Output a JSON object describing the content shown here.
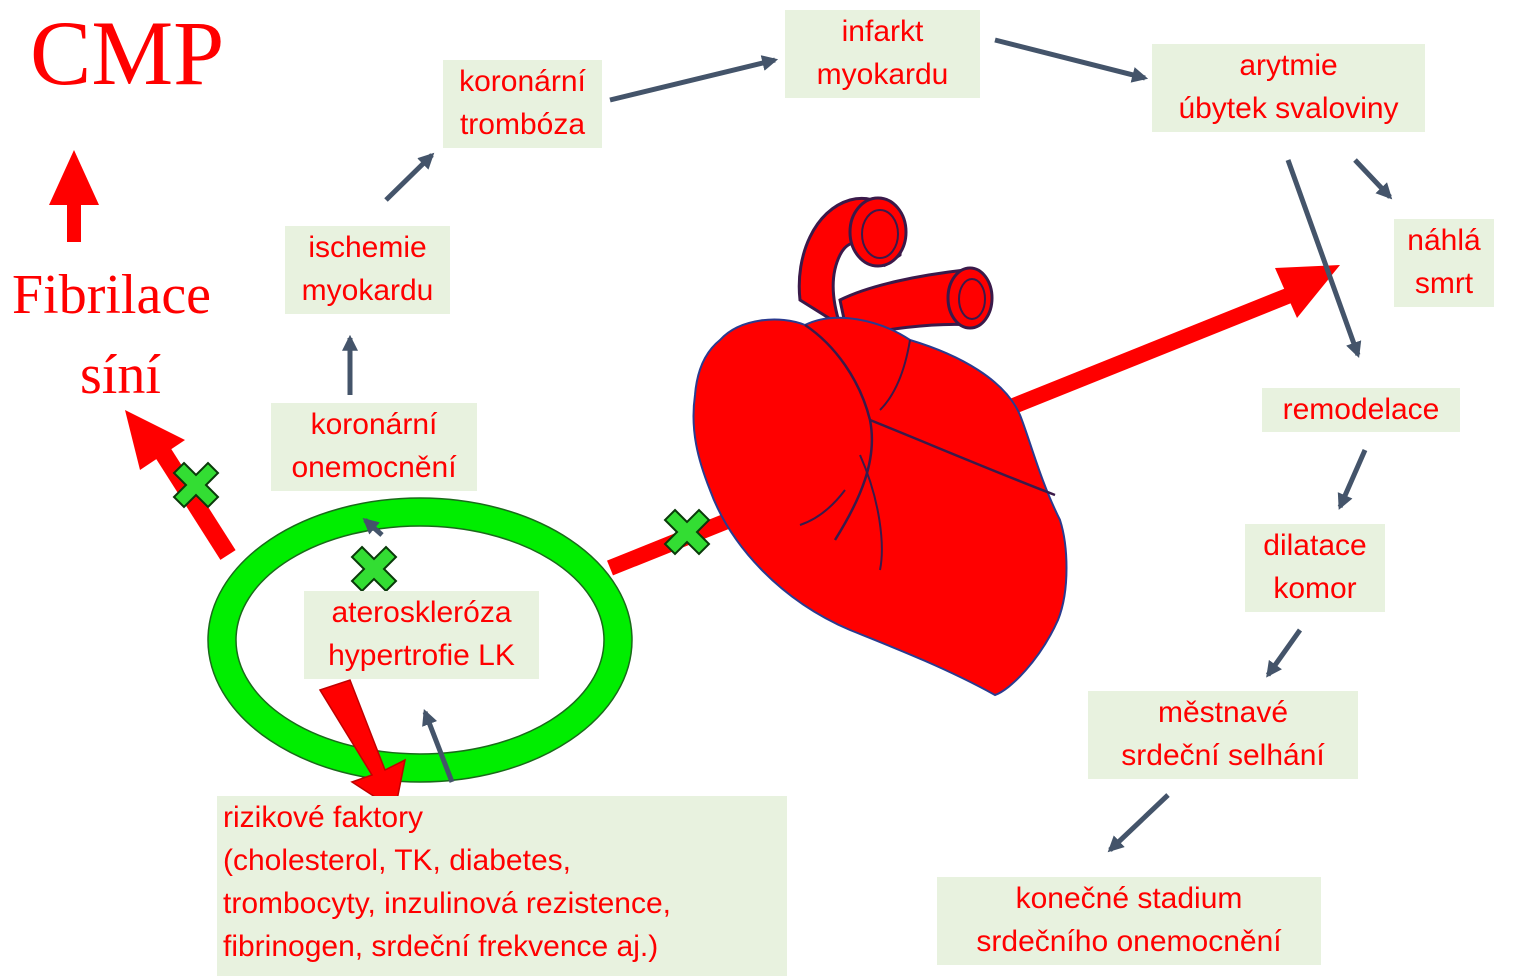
{
  "colors": {
    "text": "#ff0000",
    "box_fill": "#e8f2df",
    "arrow": "#44546a",
    "heart": "#ff0000",
    "ring": "#00ee00",
    "cross": "#33dd33"
  },
  "left": {
    "cmp": "CMP",
    "fibrilace": "Fibrilace",
    "sini": "síní"
  },
  "nodes": {
    "koronarni_tromboza": [
      "koronární",
      "trombóza"
    ],
    "infarkt": [
      "infarkt",
      "myokardu"
    ],
    "arytmie": [
      "arytmie",
      "úbytek svaloviny"
    ],
    "ischemie": [
      "ischemie",
      "myokardu"
    ],
    "nahla_smrt": [
      "náhlá",
      "smrt"
    ],
    "koronarni_onemocneni": [
      "koronární",
      "onemocnění"
    ],
    "remodelace": "remodelace",
    "ateroskleroza": [
      "ateroskleróza",
      "hypertrofie LK"
    ],
    "dilatace": [
      "dilatace",
      "komor"
    ],
    "mestnave": [
      "městnavé",
      "srdeční selhání"
    ],
    "rizikove_faktory": [
      "rizikové faktory",
      "(cholesterol, TK, diabetes,",
      "trombocyty, inzulinová rezistence,",
      "fibrinogen, srdeční frekvence aj.)"
    ],
    "konecne_stadium": [
      "konečné stadium",
      "srdečního onemocnění"
    ]
  }
}
